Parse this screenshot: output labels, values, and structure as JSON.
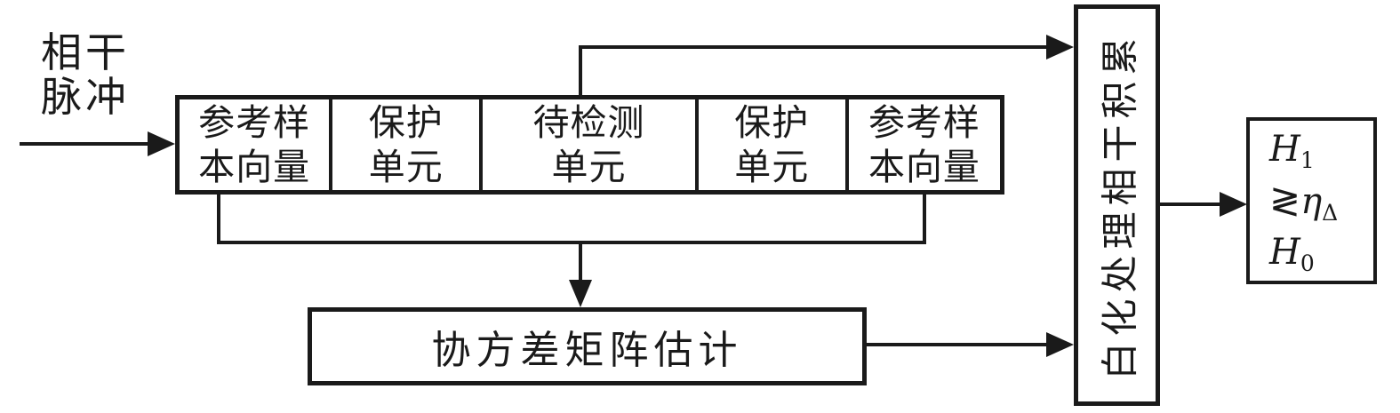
{
  "diagram": {
    "title_semantic": "coherent-integration-detection-block-diagram",
    "input_label": {
      "line1": "相干",
      "line2": "脉冲"
    },
    "cells": [
      {
        "line1": "参考样",
        "line2": "本向量"
      },
      {
        "line1": "保护",
        "line2": "单元"
      },
      {
        "line1": "待检测",
        "line2": "单元"
      },
      {
        "line1": "保护",
        "line2": "单元"
      },
      {
        "line1": "参考样",
        "line2": "本向量"
      }
    ],
    "covariance_box": {
      "label": "协方差矩阵估计"
    },
    "whitening_box": {
      "label": "白化处理相干积累"
    },
    "decision_box": {
      "h1_main": "H",
      "h1_sub": "1",
      "comparator": "≷",
      "eta_main": "η",
      "eta_sub": "Δ",
      "h0_main": "H",
      "h0_sub": "0"
    },
    "colors": {
      "line": "#1a1a1a",
      "background": "#ffffff"
    }
  }
}
